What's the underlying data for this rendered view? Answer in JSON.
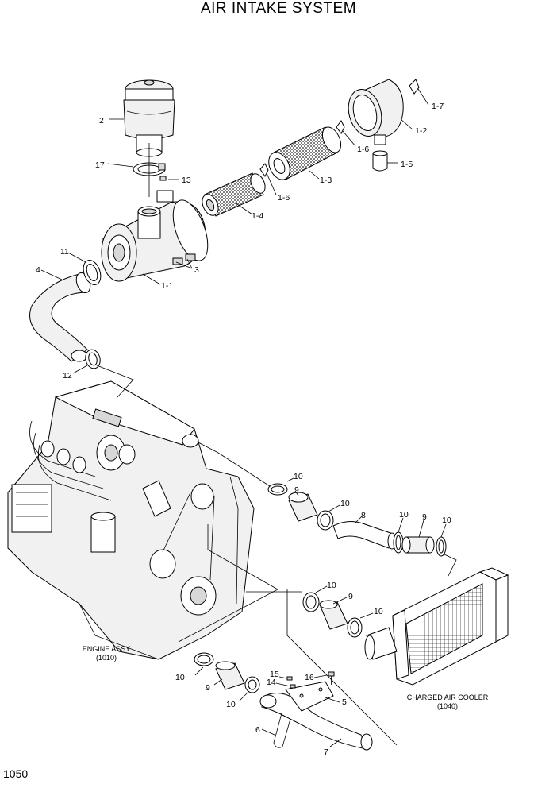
{
  "title": "AIR INTAKE SYSTEM",
  "page_number": "1050",
  "assemblies": {
    "engine": {
      "name": "ENGINE ASSY",
      "ref": "(1010)"
    },
    "cooler": {
      "name": "CHARGED AIR COOLER",
      "ref": "(1040)"
    }
  },
  "callouts": {
    "c2": "2",
    "c17": "17",
    "c13": "13",
    "c1_7": "1-7",
    "c1_2": "1-2",
    "c1_6a": "1-6",
    "c1_5": "1-5",
    "c1_3": "1-3",
    "c1_6b": "1-6",
    "c1_4": "1-4",
    "c11": "11",
    "c3": "3",
    "c4": "4",
    "c1_1": "1-1",
    "c12": "12",
    "c10a": "10",
    "c9a": "9",
    "c10b": "10",
    "c8": "8",
    "c10c": "10",
    "c9b": "9",
    "c10d": "10",
    "c10e": "10",
    "c9c": "9",
    "c10f": "10",
    "c15": "15",
    "c14": "14",
    "c16": "16",
    "c5": "5",
    "c10g": "10",
    "c9d": "9",
    "c10h": "10",
    "c6": "6",
    "c7": "7"
  },
  "icons": [
    "air-cleaner-icon",
    "hose-clamp-icon",
    "filter-element-icon",
    "intercooler-icon",
    "engine-icon"
  ]
}
